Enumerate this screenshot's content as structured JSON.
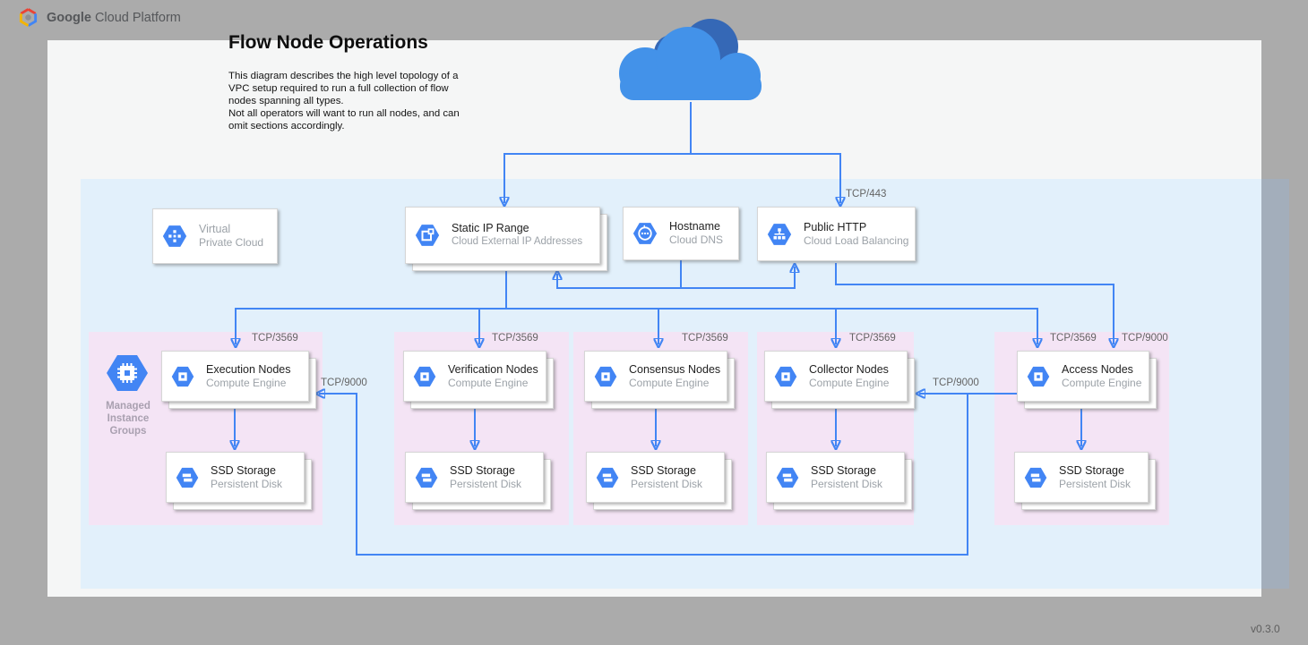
{
  "brand": {
    "bold": "Google",
    "rest": "Cloud Platform"
  },
  "page": {
    "title": "Flow Node Operations",
    "description_p1": "This diagram describes the high level topology of a VPC setup required to run a full collection of flow nodes spanning all types.",
    "description_p2": "Not all operators will want to run all nodes, and can omit sections accordingly.",
    "version": "v0.3.0"
  },
  "colors": {
    "accent_blue": "#4285F4",
    "vpc_fill": "#E2F0FB",
    "group_fill": "#F4E4F5",
    "cloud_front": "#4392E9",
    "cloud_back": "#3568B6",
    "canvas": "#F5F6F6",
    "backdrop": "#ABABAB"
  },
  "icons": {
    "brand": "gcp-hexagon-logo-icon",
    "cloud": "internet-cloud-icon",
    "vpc": "vpc-icon",
    "static_ip": "external-ip-icon",
    "hostname": "cloud-dns-icon",
    "public_http": "load-balancer-icon",
    "node": "compute-engine-icon",
    "storage": "persistent-disk-icon",
    "mig": "managed-instance-group-icon"
  },
  "cards": {
    "vpc": {
      "title": "Virtual",
      "subtitle": "Private Cloud"
    },
    "static_ip": {
      "title": "Static IP Range",
      "subtitle": "Cloud External IP Addresses"
    },
    "hostname": {
      "title": "Hostname",
      "subtitle": "Cloud DNS"
    },
    "public_http": {
      "title": "Public HTTP",
      "subtitle": "Cloud Load Balancing"
    }
  },
  "mig": {
    "label": "Managed Instance Groups"
  },
  "groups": [
    {
      "name": "execution",
      "node_title": "Execution Nodes",
      "node_subtitle": "Compute Engine",
      "storage_title": "SSD Storage",
      "storage_subtitle": "Persistent Disk"
    },
    {
      "name": "verification",
      "node_title": "Verification Nodes",
      "node_subtitle": "Compute Engine",
      "storage_title": "SSD Storage",
      "storage_subtitle": "Persistent Disk"
    },
    {
      "name": "consensus",
      "node_title": "Consensus Nodes",
      "node_subtitle": "Compute Engine",
      "storage_title": "SSD Storage",
      "storage_subtitle": "Persistent Disk"
    },
    {
      "name": "collector",
      "node_title": "Collector Nodes",
      "node_subtitle": "Compute Engine",
      "storage_title": "SSD Storage",
      "storage_subtitle": "Persistent Disk"
    },
    {
      "name": "access",
      "node_title": "Access Nodes",
      "node_subtitle": "Compute Engine",
      "storage_title": "SSD Storage",
      "storage_subtitle": "Persistent Disk"
    }
  ],
  "ports": {
    "https": "TCP/443",
    "flow": "TCP/3569",
    "collection": "TCP/9000"
  }
}
